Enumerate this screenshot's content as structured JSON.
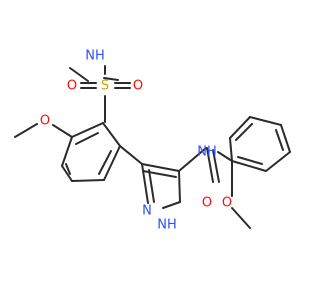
{
  "molecule": {
    "atoms": {
      "n_methyl_nh": {
        "text": "NH",
        "color": "#3050f8"
      },
      "sulfonyl_s": {
        "text": "S",
        "color": "#c9a400"
      },
      "so_o_left": {
        "text": "O",
        "color": "#ff0d0d"
      },
      "so_o_right": {
        "text": "O",
        "color": "#ff0d0d"
      },
      "methoxy_o1": {
        "text": "O",
        "color": "#ff0d0d"
      },
      "amide_nh": {
        "text": "NH",
        "color": "#3050f8"
      },
      "amide_o": {
        "text": "O",
        "color": "#ff0d0d"
      },
      "methoxy_o2": {
        "text": "O",
        "color": "#ff0d0d"
      },
      "pyrazole_n": {
        "text": "N",
        "color": "#3050f8"
      },
      "pyrazole_nh": {
        "text": "NH",
        "color": "#3050f8"
      }
    },
    "bond_color": "#2b2b2b"
  }
}
